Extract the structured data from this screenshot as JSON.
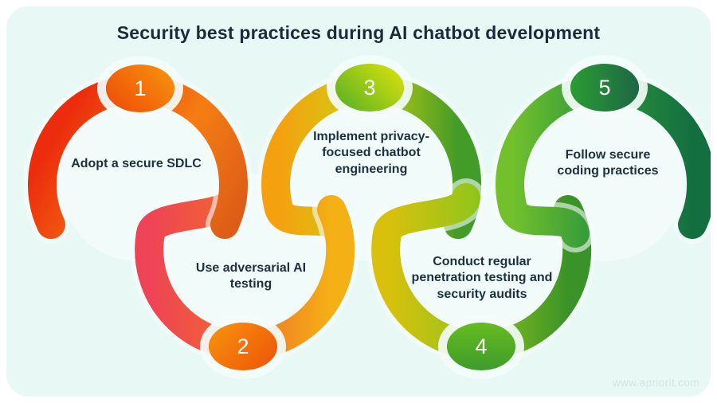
{
  "title": "Security best practices during AI chatbot development",
  "watermark": "www.apriorit.com",
  "steps": [
    {
      "number": "1",
      "label": "Adopt a secure SDLC",
      "badge": {
        "angle": "225deg",
        "from": "#f8960f",
        "to": "#ec4a06"
      }
    },
    {
      "number": "2",
      "label": "Use adversarial AI testing",
      "badge": {
        "angle": "135deg",
        "from": "#f9940f",
        "to": "#ed5206"
      }
    },
    {
      "number": "3",
      "label": "Implement privacy-focused chatbot engineering",
      "badge": {
        "angle": "225deg",
        "from": "#e0e40b",
        "to": "#54ae25"
      }
    },
    {
      "number": "4",
      "label": "Conduct regular penetration testing and security audits",
      "badge": {
        "angle": "180deg",
        "from": "#65bc20",
        "to": "#3f9c2c"
      }
    },
    {
      "number": "5",
      "label": "Follow secure coding practices",
      "badge": {
        "angle": "90deg",
        "from": "#2b9c33",
        "to": "#1d6745"
      }
    }
  ],
  "arc_gradients": {
    "ring1": [
      "#ec2c0d",
      "#f57d12",
      "#dd5c18"
    ],
    "ring2": [
      "#ef4457",
      "#f0652f",
      "#f4b014"
    ],
    "ring3": [
      "#f5a00f",
      "#cdd013",
      "#439b28"
    ],
    "ring4": [
      "#d9c00c",
      "#94c51b",
      "#3a9328"
    ],
    "ring5": [
      "#72c02c",
      "#31993a",
      "#146f40"
    ]
  },
  "colors": {
    "page_background": "#ffffff",
    "panel_background": "#e7f8f5",
    "title_text": "#1b2b3a",
    "label_text": "#1d3040",
    "badge_number_text": "#ffffff",
    "halo": "#f3fcfa",
    "watermark_text": "#d3e5e2"
  }
}
